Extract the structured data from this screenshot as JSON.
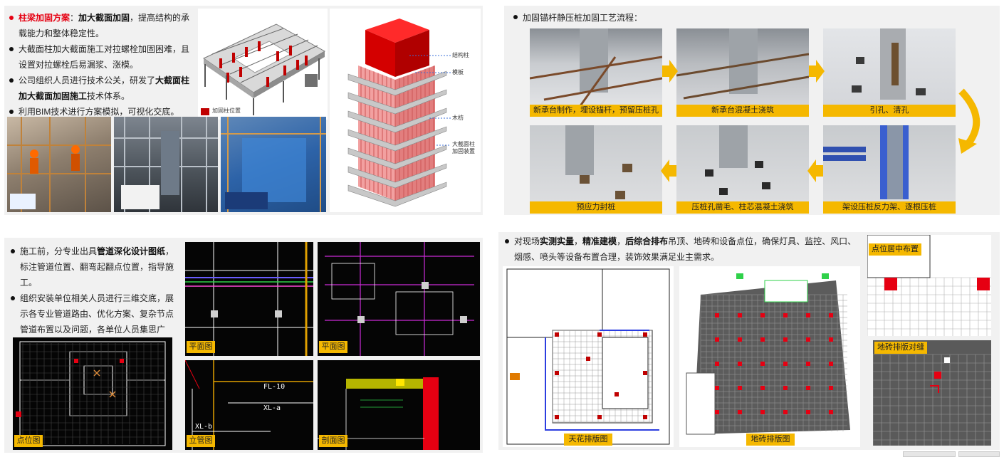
{
  "panel1": {
    "bullets": [
      {
        "parts": [
          {
            "t": "柱梁加固方案",
            "s": "red"
          },
          {
            "t": "：",
            "s": ""
          },
          {
            "t": "加大截面加固",
            "s": "b"
          },
          {
            "t": "，提高结构的承载能力和整体稳定性。",
            "s": ""
          }
        ],
        "red": true
      },
      {
        "parts": [
          {
            "t": "大截面柱加大截面施工对拉螺栓加固困难，且设置对拉螺栓后易漏浆、涨模。",
            "s": ""
          }
        ]
      },
      {
        "parts": [
          {
            "t": "公司组织人员进行技术公关，研发了",
            "s": ""
          },
          {
            "t": "大截面柱加大截面加固施工",
            "s": "b"
          },
          {
            "t": "技术体系。",
            "s": ""
          }
        ]
      },
      {
        "parts": [
          {
            "t": "利用BIM技术进行方案模拟，可视化交底。",
            "s": ""
          }
        ]
      }
    ],
    "legend_label": "加固柱位置",
    "column_labels": [
      "结构柱",
      "模板",
      "木枋",
      "大截面柱加固装置"
    ],
    "colors": {
      "red": "#e60012",
      "accent": "#f5b800",
      "column": "#f08080",
      "steel": "#bfbfbf"
    }
  },
  "panel2": {
    "heading": "加固锚杆静压桩加固工艺流程：",
    "steps": [
      "新承台制作，埋设锚杆，预留压桩孔",
      "新承台混凝土浇筑",
      "引孔、清孔",
      "预应力封桩",
      "压桩孔凿毛、柱芯混凝土浇筑",
      "架设压桩反力架、逐根压桩"
    ]
  },
  "panel3": {
    "bullets": [
      {
        "parts": [
          {
            "t": "施工前，分专业出具",
            "s": ""
          },
          {
            "t": "管道深化设计图纸",
            "s": "b"
          },
          {
            "t": "，标注管道位置、翻弯起翻点位置，指导施工。",
            "s": ""
          }
        ]
      },
      {
        "parts": [
          {
            "t": "组织安装单位相关人员进行三维交底，展示各专业管道路由、优化方案、复杂节点管道布置以及问题，各单位人员集思广益，达到模型效果即是施工效果的标准。",
            "s": ""
          }
        ]
      }
    ],
    "labels": {
      "p1": "点位图",
      "p2": "平面图",
      "p3": "平面图",
      "p4": "立管图",
      "p5": "剖面图"
    },
    "drawing_text": {
      "fl": "FL-10",
      "xl_a": "XL-a",
      "xl_b": "XL-b"
    }
  },
  "panel4": {
    "bullets": [
      {
        "parts": [
          {
            "t": "对现场",
            "s": ""
          },
          {
            "t": "实测实量",
            "s": "b"
          },
          {
            "t": "，",
            "s": ""
          },
          {
            "t": "精准建模",
            "s": "b"
          },
          {
            "t": "，",
            "s": ""
          },
          {
            "t": "后综合排布",
            "s": "b"
          },
          {
            "t": "吊顶、地砖和设备点位，确保灯具、监控、风口、烟感、喷头等设备布置合理，装饰效果满足业主需求。",
            "s": ""
          }
        ]
      }
    ],
    "labels": {
      "ceiling": "天花排版图",
      "floor": "地砖排版图",
      "center": "点位居中布置",
      "align": "地砖排版对缝"
    }
  }
}
